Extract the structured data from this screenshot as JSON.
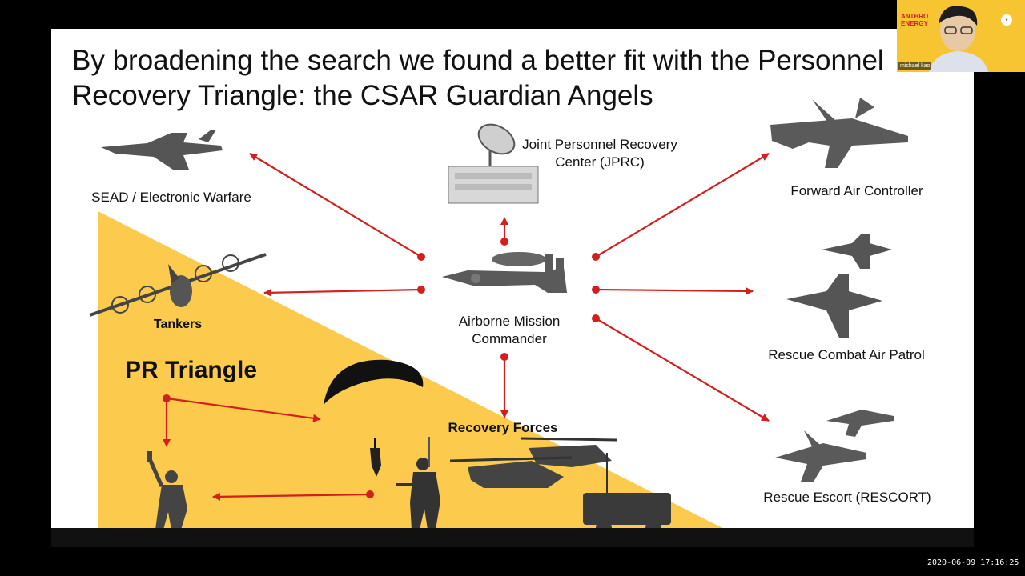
{
  "slide": {
    "title": "By broadening the search we found a better fit with the Personnel Recovery Triangle: the CSAR Guardian Angels",
    "labels": {
      "sead": "SEAD / Electronic Warfare",
      "jprc_line1": "Joint Personnel Recovery",
      "jprc_line2": "Center (JPRC)",
      "fac": "Forward Air Controller",
      "tankers": "Tankers",
      "amc_line1": "Airborne Mission",
      "amc_line2": "Commander",
      "rescap": "Rescue Combat Air Patrol",
      "pr_triangle": "PR Triangle",
      "recovery_forces": "Recovery Forces",
      "rescort": "Rescue Escort (RESCORT)"
    },
    "colors": {
      "triangle": "#fcca4d",
      "arrow": "#d41f1f",
      "aircraft": "#555555"
    }
  },
  "webcam": {
    "logo_line1": "ANTHRO",
    "logo_line2": "ENERGY",
    "name": "michael kao"
  },
  "timestamp": "2020-06-09 17:16:25"
}
